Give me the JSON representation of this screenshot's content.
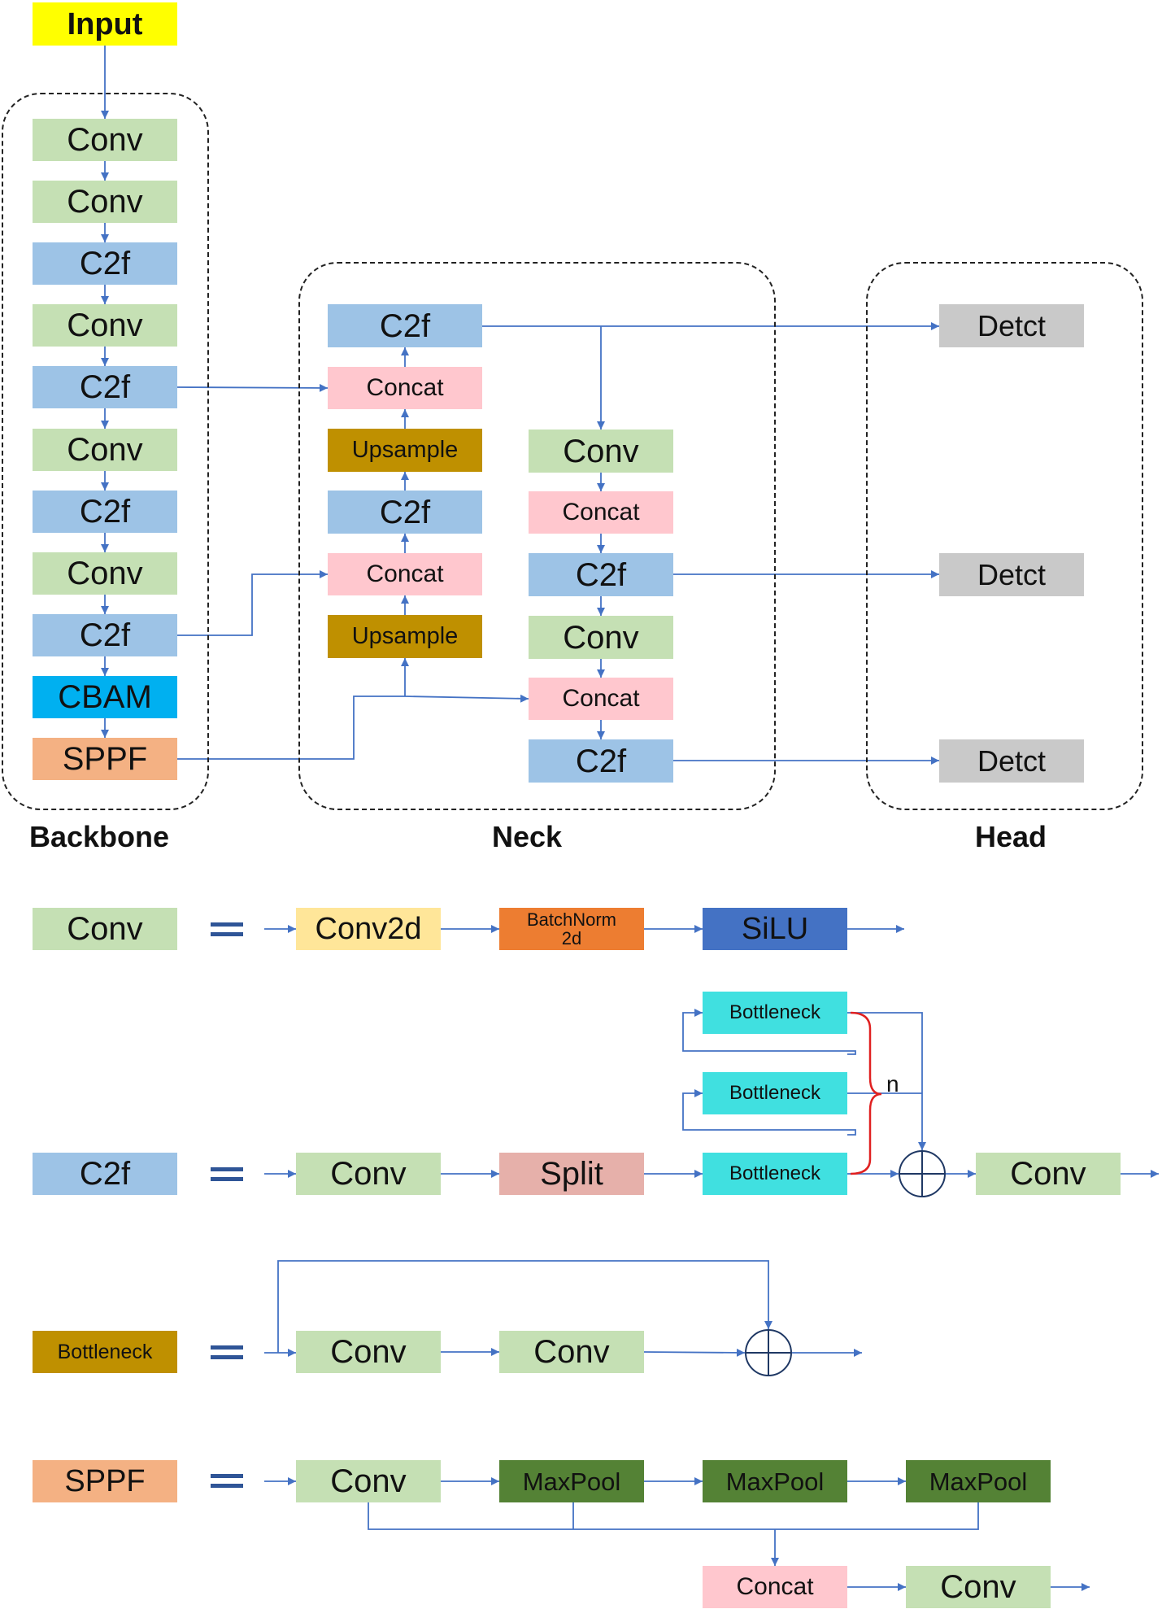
{
  "palette": {
    "input": "#ffff00",
    "conv": "#c5e0b4",
    "c2f": "#9dc3e6",
    "cbam": "#00b0f0",
    "sppf": "#f4b183",
    "concat": "#ffc7ce",
    "upsample": "#bf9000",
    "detect": "#c9c9c9",
    "conv2d": "#ffe699",
    "batchnorm": "#ed7d31",
    "silu": "#4472c4",
    "split": "#e6b0aa",
    "bottleneck_cyan": "#40e0e0",
    "bottleneck_gold": "#bf9000",
    "maxpool": "#548235",
    "arrow": "#4472c4",
    "brace": "#e02020",
    "dashed_border": "#222222"
  },
  "groups": {
    "backbone": "Backbone",
    "neck": "Neck",
    "head": "Head"
  },
  "main": {
    "input": "Input",
    "backbone": [
      "Conv",
      "Conv",
      "C2f",
      "Conv",
      "C2f",
      "Conv",
      "C2f",
      "Conv",
      "C2f",
      "CBAM",
      "SPPF"
    ],
    "neck_left": [
      "C2f",
      "Concat",
      "Upsample",
      "C2f",
      "Concat",
      "Upsample"
    ],
    "neck_right": [
      "Conv",
      "Concat",
      "C2f",
      "Conv",
      "Concat",
      "C2f"
    ],
    "head": [
      "Detct",
      "Detct",
      "Detct"
    ]
  },
  "legend": {
    "conv": {
      "name": "Conv",
      "parts": [
        "Conv2d",
        "BatchNorm\n2d",
        "SiLU"
      ]
    },
    "c2f": {
      "name": "C2f",
      "parts": [
        "Conv",
        "Split",
        "Conv"
      ],
      "bottlenecks": [
        "Bottleneck",
        "Bottleneck",
        "Bottleneck"
      ],
      "repeat_label": "n"
    },
    "bottleneck": {
      "name": "Bottleneck",
      "parts": [
        "Conv",
        "Conv"
      ]
    },
    "sppf": {
      "name": "SPPF",
      "parts": [
        "Conv",
        "MaxPool",
        "MaxPool",
        "MaxPool"
      ],
      "concat": "Concat",
      "out": "Conv"
    }
  }
}
